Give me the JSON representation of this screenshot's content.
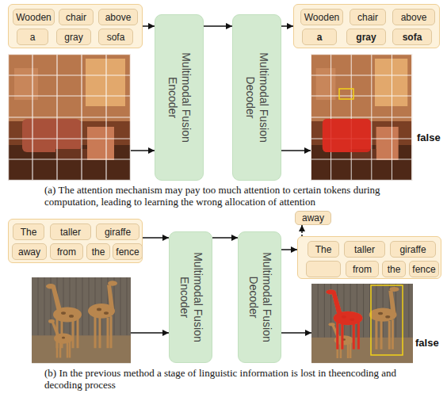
{
  "diagram": {
    "nodes": [
      {
        "text": []
      },
      {
        "text": [
          "Wooden"
        ],
        "in": 0
      },
      {
        "text": [
          "chair"
        ],
        "in": 0
      },
      {
        "text": [
          "above"
        ],
        "in": 0
      },
      {
        "text": [
          "a"
        ],
        "in": 0
      },
      {
        "text": [
          "gray"
        ],
        "in": 0
      },
      {
        "text": [
          "sofa"
        ],
        "in": 0
      },
      {
        "text": [
          "Multimodal Fusion Encoder"
        ]
      },
      {
        "text": [
          "Multimodal Fusion Decoder"
        ]
      },
      {
        "text": []
      },
      {
        "text": [
          "Wooden"
        ],
        "in": 9
      },
      {
        "text": [
          "chair"
        ],
        "in": 9
      },
      {
        "text": [
          "above"
        ],
        "in": 9
      },
      {
        "text": [
          "a"
        ],
        "in": 9
      },
      {
        "text": [
          "gray"
        ],
        "in": 9
      },
      {
        "text": [
          "sofa"
        ],
        "in": 9
      },
      {
        "text": []
      },
      {
        "text": [
          "The"
        ],
        "in": 16
      },
      {
        "text": [
          "taller"
        ],
        "in": 16
      },
      {
        "text": [
          "giraffe"
        ],
        "in": 16
      },
      {
        "text": [
          "away"
        ],
        "in": 16
      },
      {
        "text": [
          "from"
        ],
        "in": 16
      },
      {
        "text": [
          "the"
        ],
        "in": 16
      },
      {
        "text": [
          "fence"
        ],
        "in": 16
      },
      {
        "text": [
          "Multimodal Fusion Encoder"
        ]
      },
      {
        "text": [
          "Multimodal Fusion Decoder"
        ]
      },
      {
        "text": [
          "away"
        ]
      },
      {
        "text": []
      },
      {
        "text": [
          "The"
        ],
        "in": 27
      },
      {
        "text": [
          "taller"
        ],
        "in": 27
      },
      {
        "text": [
          "giraffe"
        ],
        "in": 27
      },
      {
        "text": [
          "from"
        ],
        "in": 27
      },
      {
        "text": [
          "the"
        ],
        "in": 27
      },
      {
        "text": [
          "fence"
        ],
        "in": 27
      }
    ],
    "edges": [
      {
        "from": 0,
        "to": 7,
        "arrow": "to"
      },
      {
        "from": 7,
        "to": 8,
        "arrow": "to"
      },
      {
        "from": 8,
        "to": 9,
        "arrow": "to"
      },
      {
        "from": 16,
        "to": 24,
        "arrow": "to"
      },
      {
        "from": 24,
        "to": 25,
        "arrow": "to"
      },
      {
        "from": 25,
        "to": 27,
        "arrow": "to"
      },
      {
        "from": 27,
        "to": 26,
        "arrow": "to"
      }
    ],
    "labels": [
      "false",
      "(a) The attention mechanism may pay too much attention to certain tokens during computation, leading to learning the wrong allocation of attention",
      "false",
      "(b) In the previous method a stage of linguistic information is lost in theencoding and decoding process"
    ]
  }
}
